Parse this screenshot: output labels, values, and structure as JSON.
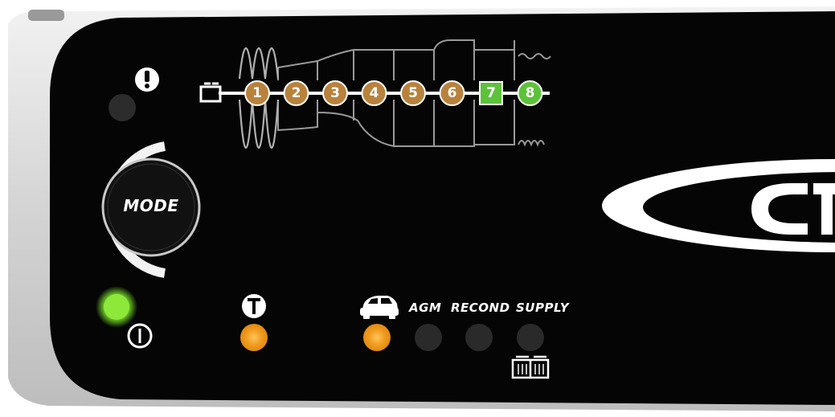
{
  "brand": {
    "logo_text": "CT"
  },
  "mode_button": {
    "label": "MODE"
  },
  "steps": {
    "items": [
      {
        "label": "1",
        "color": "#b9823c"
      },
      {
        "label": "2",
        "color": "#b9823c"
      },
      {
        "label": "3",
        "color": "#b9823c"
      },
      {
        "label": "4",
        "color": "#b9823c"
      },
      {
        "label": "5",
        "color": "#b9823c"
      },
      {
        "label": "6",
        "color": "#b9823c"
      },
      {
        "label": "7",
        "color": "#5cc23a"
      },
      {
        "label": "8",
        "color": "#5cc23a"
      }
    ]
  },
  "indicators": {
    "error": {
      "symbol": "!",
      "state": "off"
    },
    "power": {
      "state": "on",
      "color": "#7ee03a"
    },
    "temperature": {
      "symbol": "T",
      "state": "on",
      "color": "#f0a22a"
    },
    "car": {
      "state": "on",
      "color": "#f0a22a"
    },
    "agm": {
      "label": "AGM",
      "state": "off"
    },
    "recond": {
      "label": "RECOND",
      "state": "off"
    },
    "supply": {
      "label": "SUPPLY",
      "state": "off"
    }
  },
  "colors": {
    "panel": "#050505",
    "frame": "#e4e4e4",
    "led_off": "#2a2a2a"
  }
}
